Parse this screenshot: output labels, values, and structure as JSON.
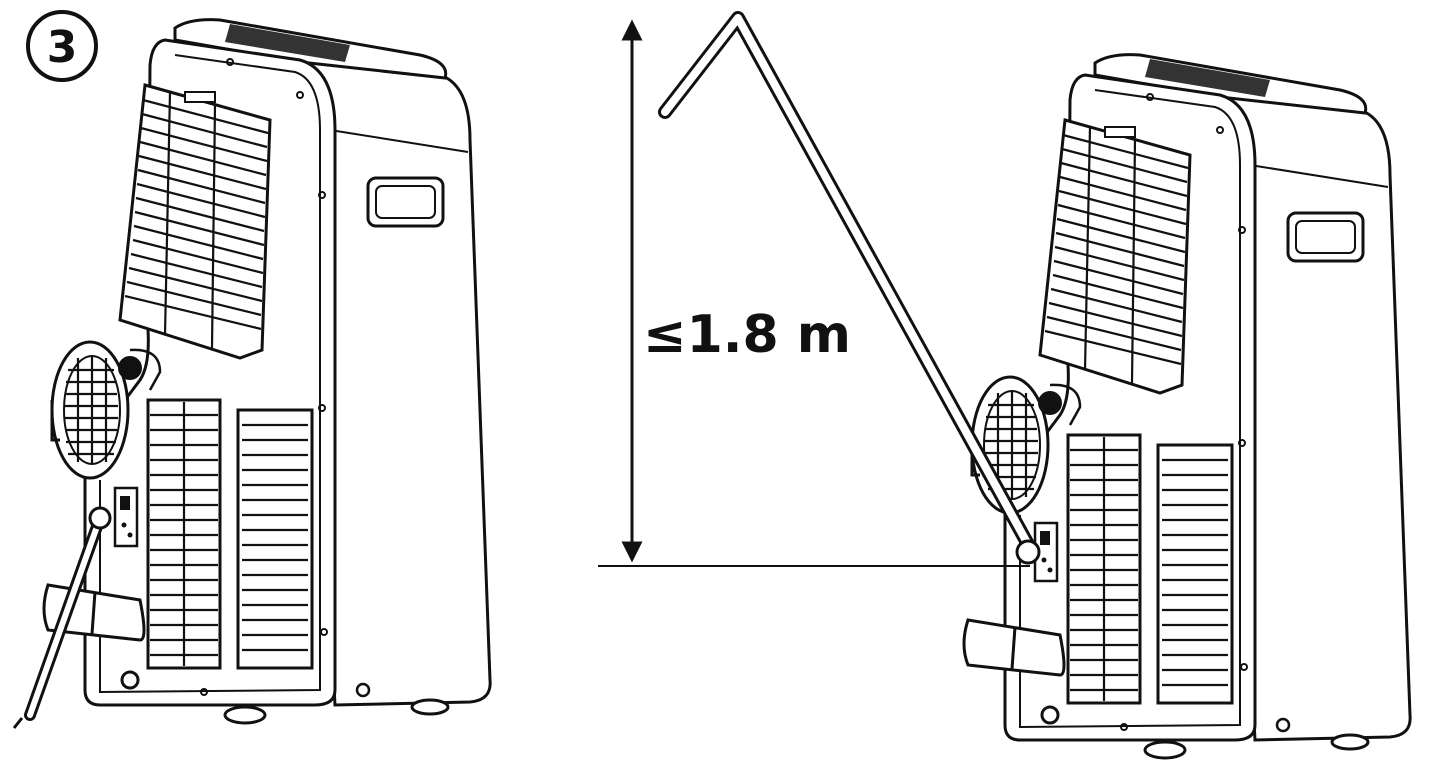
{
  "step": {
    "number": "3"
  },
  "measurement": {
    "label": "≤1.8 m"
  },
  "units": [
    {
      "id": "left-unit",
      "hose": "drain-hose-down"
    },
    {
      "id": "right-unit",
      "hose": "drain-hose-raised"
    }
  ],
  "colors": {
    "line": "#111111",
    "background": "#ffffff"
  }
}
